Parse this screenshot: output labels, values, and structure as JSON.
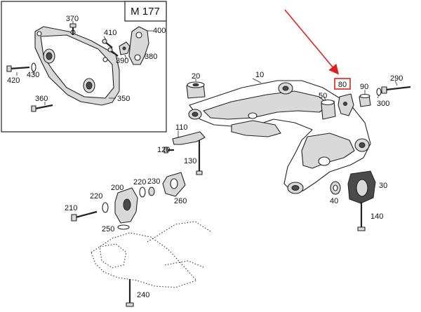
{
  "diagram": {
    "model_label": "M 177",
    "callouts": [
      "370",
      "410",
      "400",
      "390",
      "380",
      "430",
      "420",
      "350",
      "360",
      "20",
      "10",
      "80",
      "90",
      "290",
      "50",
      "300",
      "110",
      "120",
      "130",
      "200",
      "220",
      "230",
      "260",
      "210",
      "250",
      "30",
      "40",
      "140",
      "240"
    ],
    "highlighted_callout": "80",
    "colors": {
      "highlight": "#e02020",
      "arrow": "#e02020",
      "line": "#222222"
    }
  }
}
